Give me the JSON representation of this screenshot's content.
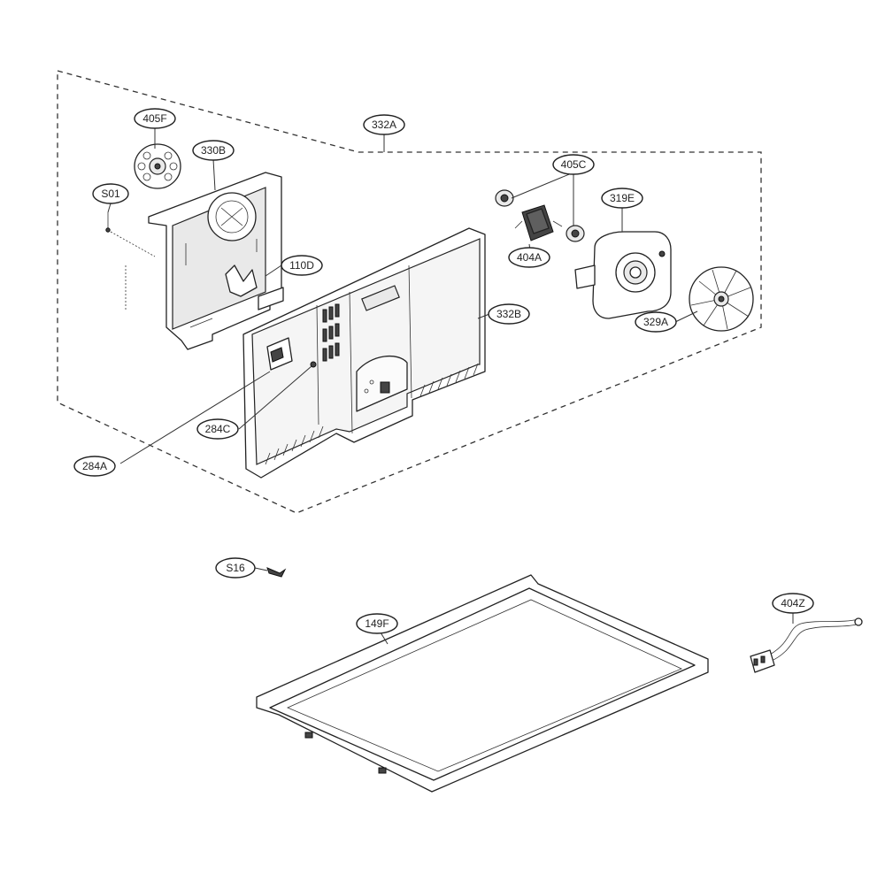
{
  "diagram": {
    "labels": {
      "part_405F": "405F",
      "part_330B": "330B",
      "part_332A": "332A",
      "part_S01": "S01",
      "part_110D": "110D",
      "part_405C": "405C",
      "part_319E": "319E",
      "part_404A": "404A",
      "part_332B": "332B",
      "part_329A": "329A",
      "part_284C": "284C",
      "part_284A": "284A",
      "part_S16": "S16",
      "part_149F": "149F",
      "part_404Z": "404Z"
    }
  }
}
